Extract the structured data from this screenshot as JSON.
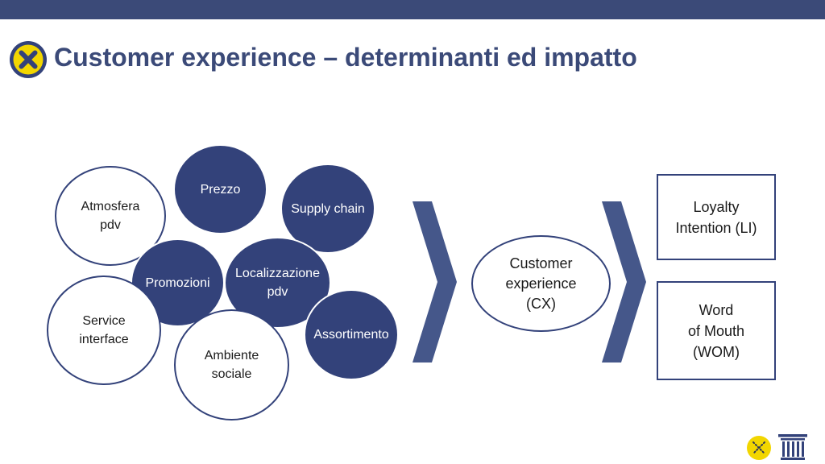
{
  "slide": {
    "title": "Customer experience – determinanti ed impatto"
  },
  "determinants": [
    {
      "label": "Atmosfera\npdv",
      "style": "outline"
    },
    {
      "label": "Prezzo",
      "style": "filled"
    },
    {
      "label": "Supply chain",
      "style": "filled"
    },
    {
      "label": "Promozioni",
      "style": "filled"
    },
    {
      "label": "Localizzazione\npdv",
      "style": "filled"
    },
    {
      "label": "Service\ninterface",
      "style": "outline"
    },
    {
      "label": "Ambiente\nsociale",
      "style": "outline"
    },
    {
      "label": "Assortimento",
      "style": "filled"
    }
  ],
  "center": {
    "label": "Customer\nexperience\n(CX)"
  },
  "outcomes": [
    {
      "label": "Loyalty\nIntention (LI)"
    },
    {
      "label": "Word\nof Mouth\n(WOM)"
    }
  ],
  "colors": {
    "primary": "#33427a",
    "header_bar": "#3b4a78",
    "badge_yellow": "#f2d600",
    "chevron": "#45578a"
  },
  "icons": {
    "header_badge": "x-badge-icon",
    "footer_left": "x-circle-logo-icon",
    "footer_right": "temple-columns-icon"
  }
}
